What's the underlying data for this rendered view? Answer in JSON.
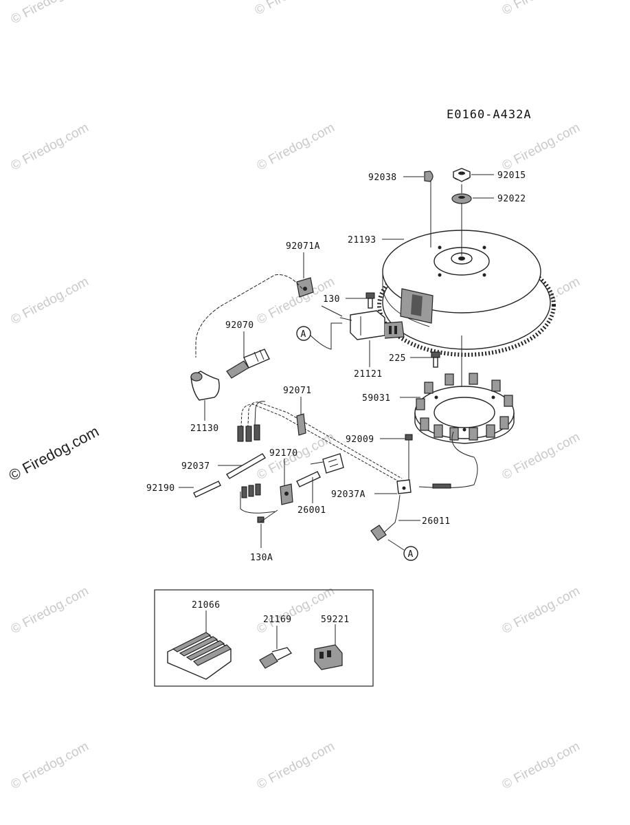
{
  "diagram_code": "E0160-A432A",
  "watermark_text": "© Firedog.com",
  "callout_marker": "A",
  "parts": {
    "p92038": "92038",
    "p92015": "92015",
    "p92022": "92022",
    "p21193": "21193",
    "p92071A": "92071A",
    "p130": "130",
    "p92070": "92070",
    "p21121": "21121",
    "p225": "225",
    "p59031": "59031",
    "p92071": "92071",
    "p21130": "21130",
    "p92009": "92009",
    "p92037": "92037",
    "p92170": "92170",
    "p92190": "92190",
    "p92037A": "92037A",
    "p26001": "26001",
    "p26011": "26011",
    "p130A": "130A",
    "p21066": "21066",
    "p21169": "21169",
    "p59221": "59221"
  }
}
